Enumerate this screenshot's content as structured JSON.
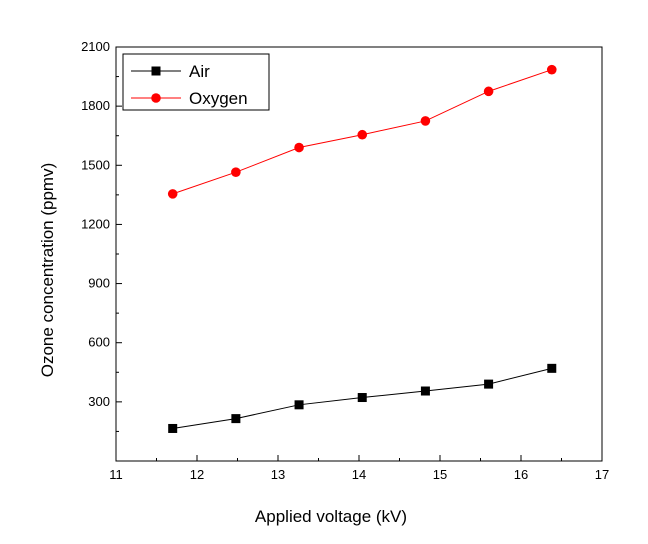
{
  "chart_data": {
    "type": "line",
    "xlabel": "Applied voltage (kV)",
    "ylabel": "Ozone concentration (ppmv)",
    "xlim": [
      11,
      17
    ],
    "ylim": [
      0,
      2100
    ],
    "xticks": [
      11,
      12,
      13,
      14,
      15,
      16,
      17
    ],
    "yticks": [
      300,
      600,
      900,
      1200,
      1500,
      1800,
      2100
    ],
    "x": [
      11.7,
      12.48,
      13.26,
      14.04,
      14.82,
      15.6,
      16.38
    ],
    "series": [
      {
        "name": "Air",
        "color": "#000000",
        "marker": "square",
        "values": [
          165,
          215,
          285,
          322,
          355,
          390,
          470
        ]
      },
      {
        "name": "Oxygen",
        "color": "#ff0000",
        "marker": "circle",
        "values": [
          1355,
          1465,
          1590,
          1655,
          1725,
          1875,
          1985
        ]
      }
    ],
    "legend_position": "top-left",
    "grid": false
  }
}
